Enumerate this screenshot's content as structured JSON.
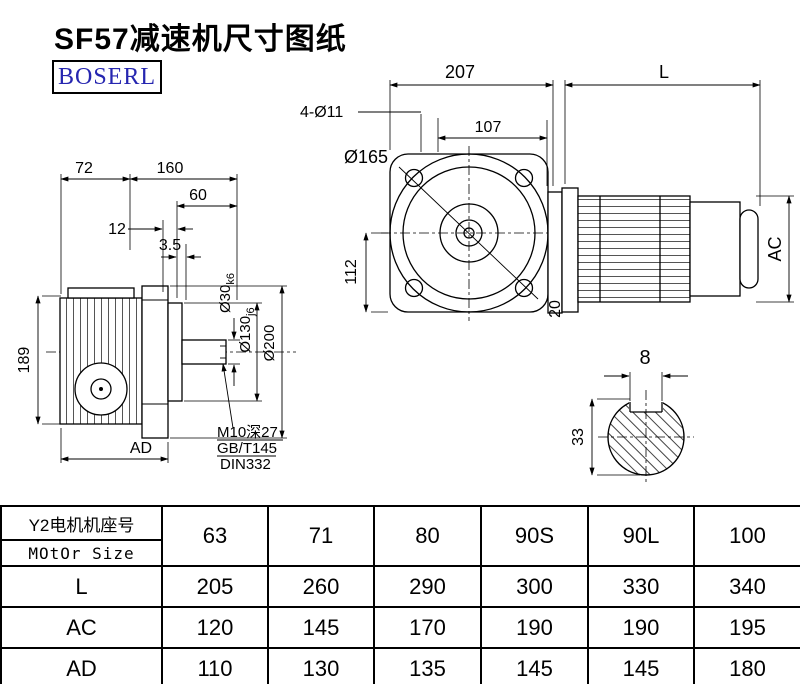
{
  "page": {
    "title": "SF57减速机尺寸图纸",
    "logo": "BOSERL"
  },
  "left_view": {
    "dim_72": "72",
    "dim_160": "160",
    "dim_60": "60",
    "dim_12": "12",
    "dim_3_5": "3.5",
    "dim_189": "189",
    "dim_ad": "AD",
    "dia_30": "Ø30",
    "dia_30_tol": "k6",
    "dia_130": "Ø130",
    "dia_130_tol": "j6",
    "dia_200": "Ø200",
    "note_m10": "M10深27",
    "note_gb": "GB/T145",
    "note_din": "DIN332"
  },
  "right_view": {
    "dim_207": "207",
    "dim_l": "L",
    "dim_4_o11": "4-Ø11",
    "dim_107": "107",
    "dia_165": "Ø165",
    "dim_112": "112",
    "dim_20": "20",
    "dim_ac": "AC"
  },
  "shaft_view": {
    "dim_8": "8",
    "dim_33": "33"
  },
  "table": {
    "motor_label_cn": "Y2电机机座号",
    "motor_label_en": "MOtOr Size",
    "sizes": [
      "63",
      "71",
      "80",
      "90S",
      "90L",
      "100"
    ],
    "rows": [
      {
        "label": "L",
        "values": [
          "205",
          "260",
          "290",
          "300",
          "330",
          "340"
        ]
      },
      {
        "label": "AC",
        "values": [
          "120",
          "145",
          "170",
          "190",
          "190",
          "195"
        ]
      },
      {
        "label": "AD",
        "values": [
          "110",
          "130",
          "135",
          "145",
          "145",
          "180"
        ]
      }
    ]
  }
}
